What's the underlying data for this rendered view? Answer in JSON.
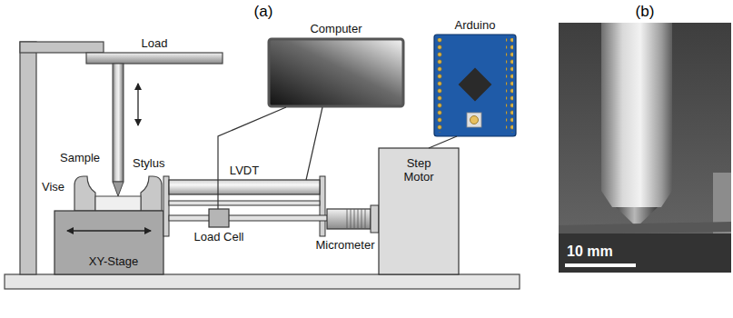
{
  "diagram": {
    "nodes": [
      {
        "text": [
          "Load"
        ]
      },
      {
        "text": [
          "Computer"
        ]
      },
      {
        "text": [
          "Arduino"
        ]
      },
      {
        "text": [
          "LVDT"
        ]
      },
      {
        "text": [
          "Load Cell"
        ]
      },
      {
        "text": [
          "Step Motor"
        ]
      },
      {
        "text": [
          "XY-Stage"
        ]
      }
    ],
    "edges": [
      {
        "from": 1,
        "to": 3,
        "arrow": "none"
      },
      {
        "from": 1,
        "to": 4,
        "arrow": "none"
      },
      {
        "from": 2,
        "to": 5,
        "arrow": "none"
      }
    ],
    "labels": [
      "(a)",
      "(b)",
      "Sample",
      "Stylus",
      "Vise",
      "Micrometer",
      "10 mm"
    ]
  }
}
